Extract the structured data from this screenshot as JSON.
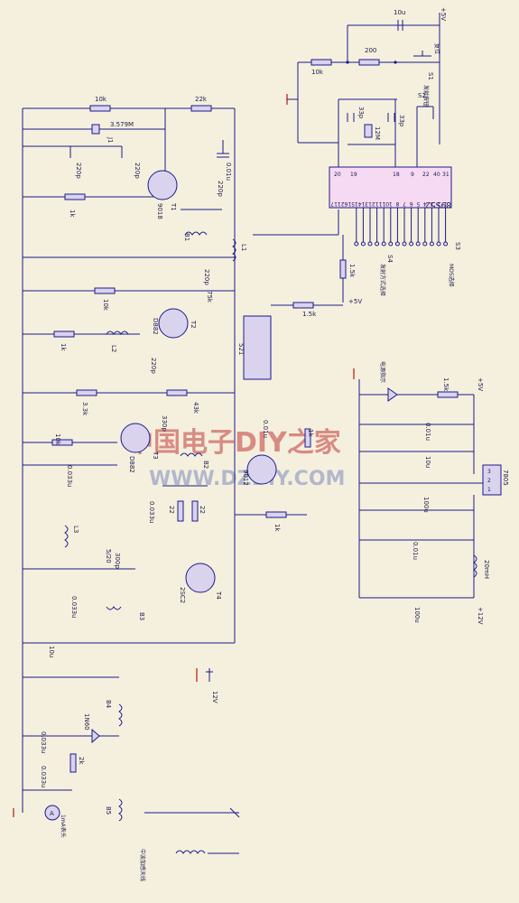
{
  "watermark": {
    "main": "中国电子DIY之家",
    "url": "WWW.DZDIY.COM"
  },
  "ic": {
    "name": "89S52",
    "pins_top_left": [
      "20",
      "19",
      "18"
    ],
    "pins_top_right": [
      "9",
      "22",
      "40",
      "31"
    ],
    "pins_bottom": [
      "17",
      "21",
      "16",
      "15",
      "14",
      "13",
      "12",
      "11",
      "10",
      "8",
      "7",
      "6",
      "5",
      "4",
      "3",
      "2",
      "1"
    ]
  },
  "caps": {
    "c10u_top": "10u",
    "c33p_a": "33p",
    "c33p_b": "33p",
    "c12m": "12M",
    "c220p_a": "220p",
    "c220p_b": "220p",
    "c001_a": "0.01u",
    "c220p_c": "220p",
    "c220p_d": "220p",
    "c220p_e": "220p",
    "c0033_a": "0.033u",
    "c330p": "330p",
    "c001_b": "0.01u",
    "c0033_b": "0.033u",
    "c520": "5/20",
    "c300p": "300p",
    "c0033_c": "0.033u",
    "c10u_b": "10u",
    "c0033_d": "0.033u",
    "c0033_e": "0.033u",
    "c001_c": "0.01u",
    "c10u_c": "10u",
    "c100u_a": "100u",
    "c001_d": "0.01u",
    "c100u_b": "100u"
  },
  "resistors": {
    "r200": "200",
    "r10k_a": "10k",
    "r10k_b": "10k",
    "r22k": "22k",
    "r1k_a": "1k",
    "r10k_c": "10k",
    "r75k": "75k",
    "r1k_b": "1k",
    "r33k": "3.3k",
    "r43k": "43k",
    "r10k_d": "10k",
    "r1k_c": "1k",
    "r1k_d": "1k",
    "r22_a": "22",
    "r22_b": "22",
    "r15k_a": "1.5k",
    "r15k_b": "1.5k",
    "r15k_c": "1.5k",
    "r2k": "2k"
  },
  "parts": {
    "j1": "J1",
    "xtal": "3.579M",
    "t1": "T1",
    "t1_type": "9018",
    "t2": "T2",
    "t2_type": "D882",
    "t3": "T3",
    "t3_type": "D882",
    "t4": "T4",
    "t4_type": "2SC2",
    "t5": "9012",
    "b1": "B1",
    "b2": "B2",
    "b3": "B3",
    "b4": "B4",
    "b5": "B5",
    "l1": "L1",
    "l2": "L2",
    "l3": "L3",
    "l4": "20mH",
    "d1": "1N60",
    "reg": "7805",
    "reg_pins": [
      "3",
      "2",
      "1"
    ],
    "s1": "S1",
    "s2": "S2",
    "s3": "S3",
    "s4": "S4",
    "k521": "521"
  },
  "labels": {
    "vcc5_top": "+5V",
    "vcc5_mid": "+5V",
    "vcc5_right": "+5V",
    "vcc12_right": "+12V",
    "vbat": "12V",
    "s1_desc": "复位",
    "s2_desc": "发射按钮",
    "s3_desc": "MOS选择",
    "s4_desc": "发射方式选择",
    "led_desc": "电源指示",
    "meter": "A",
    "meter_desc": "1mA表头",
    "ant_desc": "中波加感天线"
  }
}
